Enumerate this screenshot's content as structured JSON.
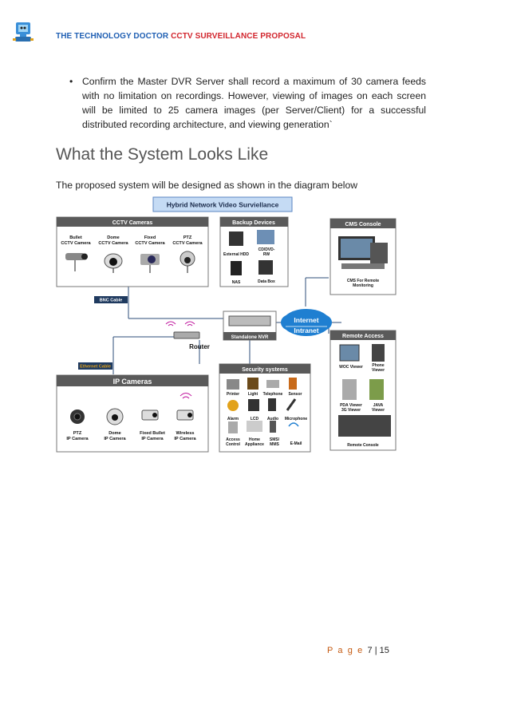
{
  "header": {
    "part1": "THE TECHNOLOGY DOCTOR",
    "part2": "CCTV SURVEILLANCE PROPOSAL"
  },
  "bullet": {
    "text": "Confirm the Master DVR Server shall record a maximum of 30 camera feeds with no limitation on recordings. However, viewing of images on each screen will be limited to 25 camera images (per Server/Client) for a successful distributed recording architecture, and viewing generation`"
  },
  "section_title": "What the System Looks Like",
  "intro": "The proposed system will be designed as shown in the diagram below",
  "diagram": {
    "title": "Hybrid Network Video Surviellance",
    "cctv": {
      "title": "CCTV Cameras",
      "items": [
        "Bullet CCTV Camera",
        "Dome CCTV Camera",
        "Fixed CCTV Camera",
        "PTZ CCTV Camera"
      ]
    },
    "backup": {
      "title": "Backup Devices",
      "items": [
        "External HDD",
        "CD/DVD-RW",
        "NAS",
        "Data Box"
      ]
    },
    "cms": {
      "title": "CMS Console",
      "caption": "CMS For Remote Monitoring"
    },
    "bnc": "BNC Cable",
    "ethernet": "Ethernet Cable",
    "router": "Router",
    "nvr": "Standalone NVR",
    "internet": "Internet",
    "intranet": "Intranet",
    "remote": {
      "title": "Remote Access",
      "items": [
        "WOC Viewer",
        "Phone Viewer",
        "PDA Viewer 3G Viewer",
        "JAVA Viewer",
        "Remote Console"
      ]
    },
    "ip": {
      "title": "IP Cameras",
      "items": [
        "PTZ IP Camera",
        "Dome IP Camera",
        "Fixed Bullet IP Camera",
        "Wireless IP Camera"
      ]
    },
    "security": {
      "title": "Security systems",
      "items": [
        "Printer",
        "Light",
        "Telephone",
        "Sensor",
        "Alarm",
        "LCD",
        "Audio",
        "Microphone",
        "Access Control",
        "Home Appliance",
        "SMS/ MMS",
        "E-Mail"
      ]
    }
  },
  "footer": {
    "page_label": "P a g e",
    "page_num": "7 | 15"
  }
}
